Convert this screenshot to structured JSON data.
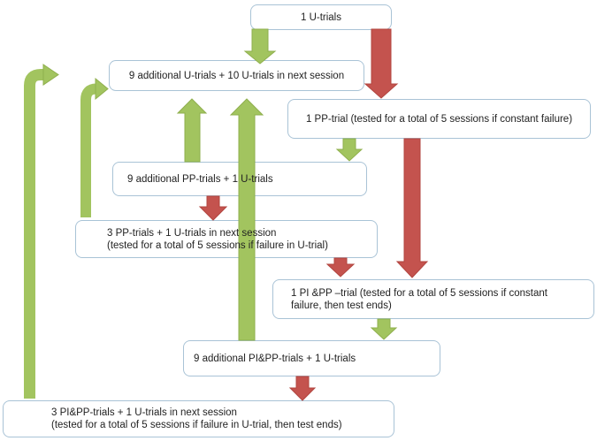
{
  "diagram": {
    "colors": {
      "green_arrow": "#A2C45F",
      "green_arrow_edge": "#8FAF4D",
      "red_arrow": "#C4534E",
      "red_arrow_edge": "#B2453F",
      "box_border": "#A9C3D6",
      "box_fill": "#FFFFFF",
      "text": "#222222"
    },
    "nodes": {
      "b1": {
        "lines": [
          "1 U-trials"
        ]
      },
      "b2": {
        "lines": [
          "9 additional U-trials + 10 U-trials in next session"
        ]
      },
      "b3": {
        "lines": [
          "1 PP-trial (tested for a total of 5 sessions if constant failure)"
        ]
      },
      "b4": {
        "lines": [
          "9 additional PP-trials + 1 U-trials"
        ]
      },
      "b5": {
        "lines": [
          "3 PP-trials + 1 U-trials in next session",
          "(tested for a total of 5 sessions if failure in U-trial)"
        ]
      },
      "b6": {
        "lines": [
          "1 PI &PP –trial (tested for a total of 5 sessions if constant",
          "failure, then test ends)"
        ]
      },
      "b7": {
        "lines": [
          "9 additional PI&PP-trials + 1 U-trials"
        ]
      },
      "b8": {
        "lines": [
          "3 PI&PP-trials + 1 U-trials in next session",
          "(tested for a total of 5 sessions if failure in U-trial, then test ends)"
        ]
      }
    },
    "arrows": [
      {
        "id": "green-down-b1-b2",
        "color": "green",
        "from": "b1",
        "to": "b2"
      },
      {
        "id": "red-down-b1-b3",
        "color": "red",
        "from": "b1",
        "to": "b3"
      },
      {
        "id": "green-elbow-b8-b2",
        "color": "green",
        "from": "b8",
        "to": "b2"
      },
      {
        "id": "green-elbow-b5-b2",
        "color": "green",
        "from": "b5",
        "to": "b2"
      },
      {
        "id": "green-up-b4-b2",
        "color": "green",
        "from": "b4",
        "to": "b2"
      },
      {
        "id": "green-up-b7-b2",
        "color": "green",
        "from": "b7",
        "to": "b2"
      },
      {
        "id": "green-down-b3-b4",
        "color": "green",
        "from": "b3",
        "to": "b4"
      },
      {
        "id": "red-down-b4-b5",
        "color": "red",
        "from": "b4",
        "to": "b5"
      },
      {
        "id": "red-down-b3-b6",
        "color": "red",
        "from": "b3",
        "to": "b6"
      },
      {
        "id": "red-down-b5-b6",
        "color": "red",
        "from": "b5",
        "to": "b6"
      },
      {
        "id": "green-down-b6-b7",
        "color": "green",
        "from": "b6",
        "to": "b7"
      },
      {
        "id": "red-down-b7-b8",
        "color": "red",
        "from": "b7",
        "to": "b8"
      }
    ]
  }
}
